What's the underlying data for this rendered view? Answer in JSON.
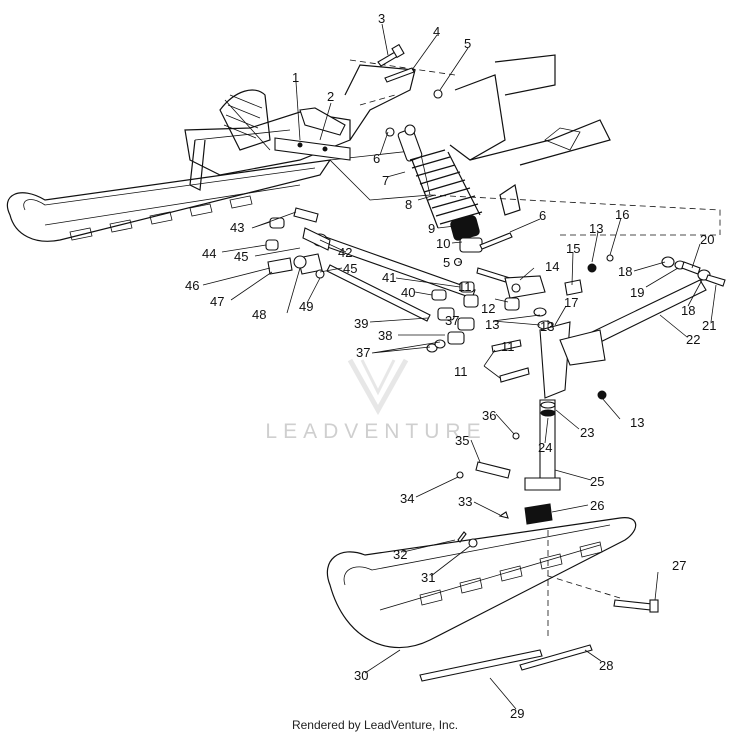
{
  "diagram": {
    "callouts": [
      "1",
      "2",
      "3",
      "4",
      "5",
      "5",
      "6",
      "6",
      "7",
      "8",
      "9",
      "10",
      "11",
      "11",
      "11",
      "12",
      "13",
      "13",
      "13",
      "13",
      "14",
      "15",
      "16",
      "17",
      "18",
      "18",
      "19",
      "20",
      "21",
      "22",
      "23",
      "24",
      "25",
      "26",
      "27",
      "28",
      "29",
      "30",
      "31",
      "32",
      "33",
      "34",
      "35",
      "36",
      "37",
      "37",
      "38",
      "39",
      "40",
      "41",
      "42",
      "43",
      "44",
      "45",
      "45",
      "46",
      "47",
      "48",
      "49"
    ],
    "watermark": "LEADVENTURE",
    "footer": "Rendered by LeadVenture, Inc."
  }
}
